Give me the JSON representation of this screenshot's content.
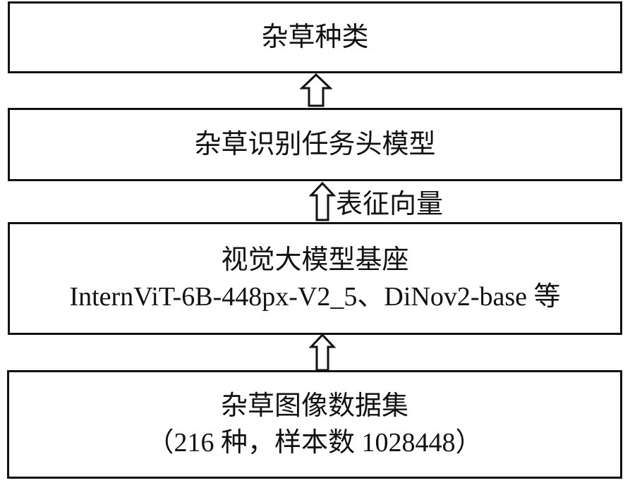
{
  "boxes": {
    "weed_species": {
      "line1": "杂草种类"
    },
    "task_head": {
      "line1": "杂草识别任务头模型"
    },
    "backbone": {
      "line1": "视觉大模型基座",
      "line2": "InternViT-6B-448px-V2_5、DiNov2-base 等"
    },
    "dataset": {
      "line1": "杂草图像数据集",
      "line2": "（216 种，样本数 1028448）"
    }
  },
  "arrows": {
    "feature_label": "表征向量"
  }
}
